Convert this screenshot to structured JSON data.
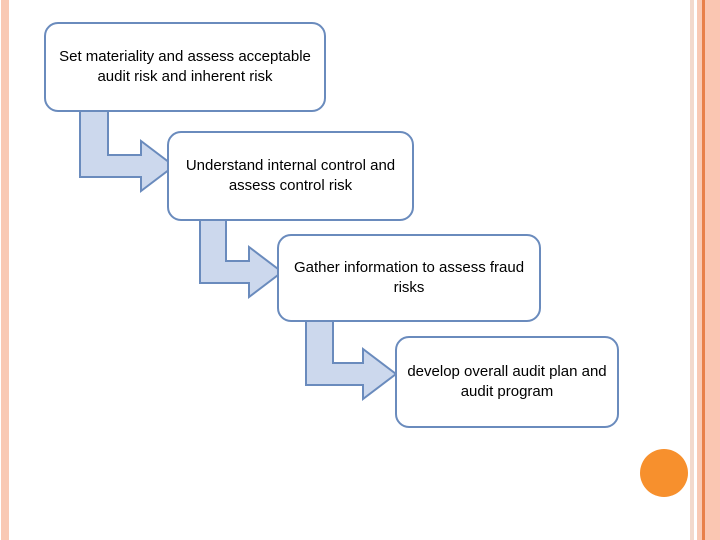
{
  "slide": {
    "background_color": "#ffffff",
    "accent_color": "#6a8bbd",
    "arrow_fill_color": "#ccd8ed",
    "dot_color": "#f7902d",
    "stripe_colors": [
      "#f9c9b4",
      "#f3d9cc",
      "#e8804a",
      "#fac6b2"
    ]
  },
  "flow": {
    "steps": [
      {
        "id": 1,
        "text": "Set materiality and assess acceptable audit risk and inherent risk"
      },
      {
        "id": 2,
        "text": "Understand internal control and assess control risk"
      },
      {
        "id": 3,
        "text": "Gather information to assess fraud risks"
      },
      {
        "id": 4,
        "text": "develop overall audit plan and audit program"
      }
    ],
    "connectors": [
      {
        "id": 1,
        "from_step": 1,
        "to_step": 2,
        "shape": "elbow-down-right-arrow"
      },
      {
        "id": 2,
        "from_step": 2,
        "to_step": 3,
        "shape": "elbow-down-right-arrow"
      },
      {
        "id": 3,
        "from_step": 3,
        "to_step": 4,
        "shape": "elbow-down-right-arrow"
      }
    ]
  },
  "decorations": {
    "orange_dot": "orange-circle-decoration",
    "left_stripe": "left-edge-stripe",
    "right_stripes": "right-edge-stripes"
  }
}
